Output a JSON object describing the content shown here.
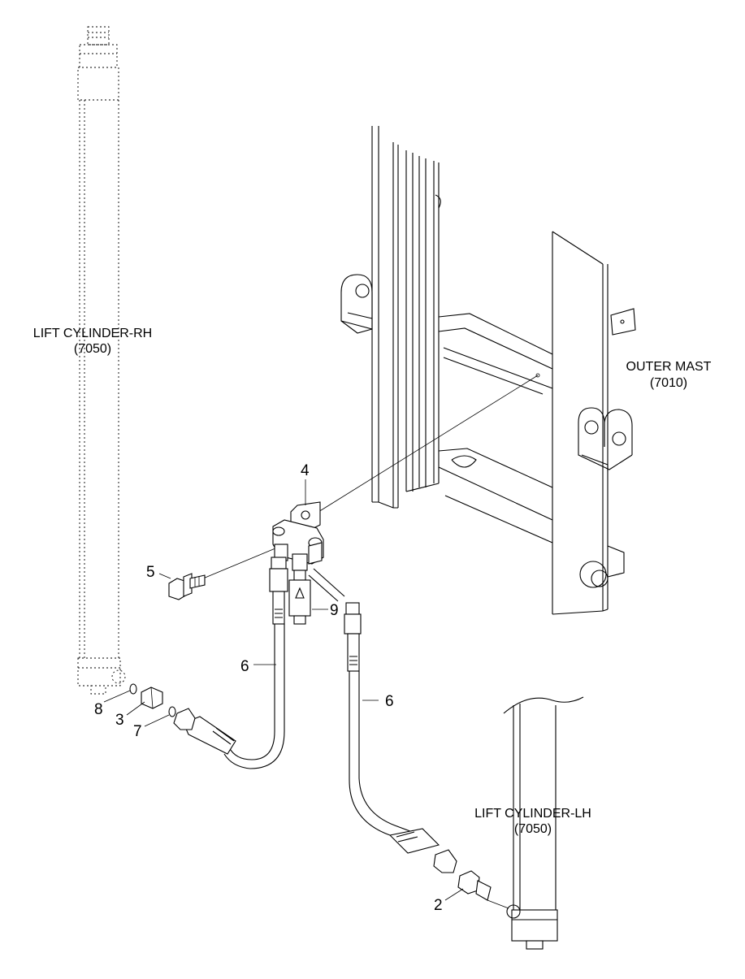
{
  "labels": {
    "lift_cylinder_rh": {
      "name": "LIFT CYLINDER-RH",
      "code": "(7050)"
    },
    "outer_mast": {
      "name": "OUTER MAST",
      "code": "(7010)"
    },
    "lift_cylinder_lh": {
      "name": "LIFT CYLINDER-LH",
      "code": "(7050)"
    }
  },
  "callouts": {
    "c2": "2",
    "c3": "3",
    "c4": "4",
    "c5": "5",
    "c6a": "6",
    "c6b": "6",
    "c7": "7",
    "c8": "8",
    "c9": "9"
  }
}
